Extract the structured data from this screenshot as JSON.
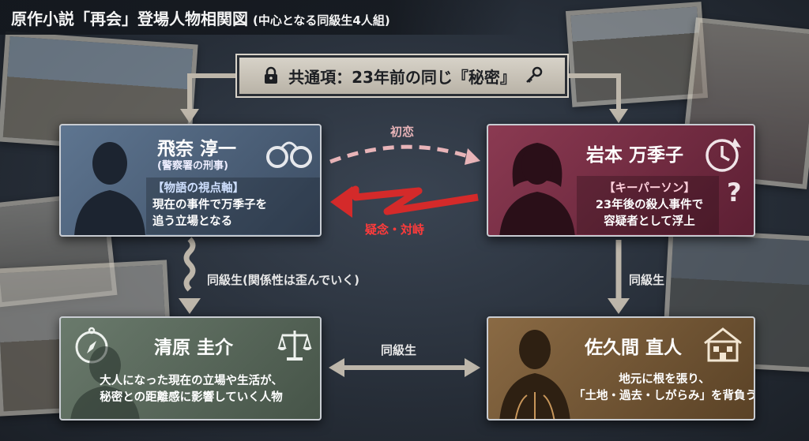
{
  "title": {
    "main": "原作小説「再会」登場人物相関図",
    "sub": "(中心となる同級生4人組)"
  },
  "banner": {
    "text": "共通項：23年前の同じ『秘密』"
  },
  "characters": [
    {
      "name": "飛奈 淳一",
      "role": "(警察署の刑事)",
      "tag": "【物語の視点軸】",
      "line1": "現在の事件で万季子を",
      "line2": "追う立場となる"
    },
    {
      "name": "岩本 万季子",
      "tag": "【キーパーソン】",
      "line1": "23年後の殺人事件で",
      "line2": "容疑者として浮上"
    },
    {
      "name": "清原 圭介",
      "line1": "大人になった現在の立場や生活が、",
      "line2": "秘密との距離感に影響していく人物"
    },
    {
      "name": "佐久間 直人",
      "line1": "地元に根を張り、",
      "line2": "「土地・過去・しがらみ」を背負う"
    }
  ],
  "relations": {
    "first_love": "初恋",
    "conflict": "疑念・対峙",
    "classmate_left": "同級生(関係性は歪んでいく)",
    "classmate_right": "同級生",
    "classmate_bottom": "同級生"
  },
  "colors": {
    "first_love": "#e8b4b8",
    "conflict": "#d42a2a",
    "conflict_text": "#ff3b3b",
    "accent_blue": "#cfe0ff"
  }
}
